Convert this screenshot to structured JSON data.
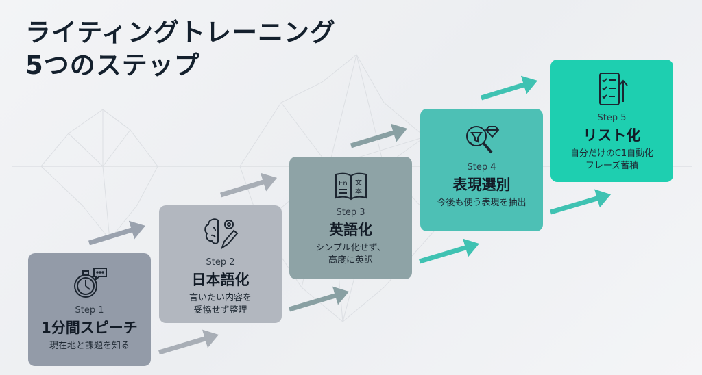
{
  "title": {
    "line1": "ライティングトレーニング",
    "line2": "5つのステップ"
  },
  "colors": {
    "step1": "#939ba8",
    "step2": "#b2b7bf",
    "step3": "#8ea3a6",
    "step4": "#4dc0b5",
    "step5": "#1ecfb0"
  },
  "steps": [
    {
      "step": "Step 1",
      "name": "1分間スピーチ",
      "desc1": "現在地と課題を知る",
      "desc2": "",
      "icon": "stopwatch-speech-icon"
    },
    {
      "step": "Step 2",
      "name": "日本語化",
      "desc1": "言いたい内容を",
      "desc2": "妥協せず整理",
      "icon": "brain-gear-pencil-icon"
    },
    {
      "step": "Step 3",
      "name": "英語化",
      "desc1": "シンプル化せず、",
      "desc2": "高度に英訳",
      "icon": "bilingual-book-icon"
    },
    {
      "step": "Step 4",
      "name": "表現選別",
      "desc1": "今後も使う表現を抽出",
      "desc2": "",
      "icon": "filter-magnifier-diamond-icon"
    },
    {
      "step": "Step 5",
      "name": "リスト化",
      "desc1": "自分だけのC1自動化",
      "desc2": "フレーズ蓄積",
      "icon": "checklist-up-arrow-icon"
    }
  ],
  "icon_text": {
    "en": "En",
    "wen": "文",
    "ben": "本"
  }
}
